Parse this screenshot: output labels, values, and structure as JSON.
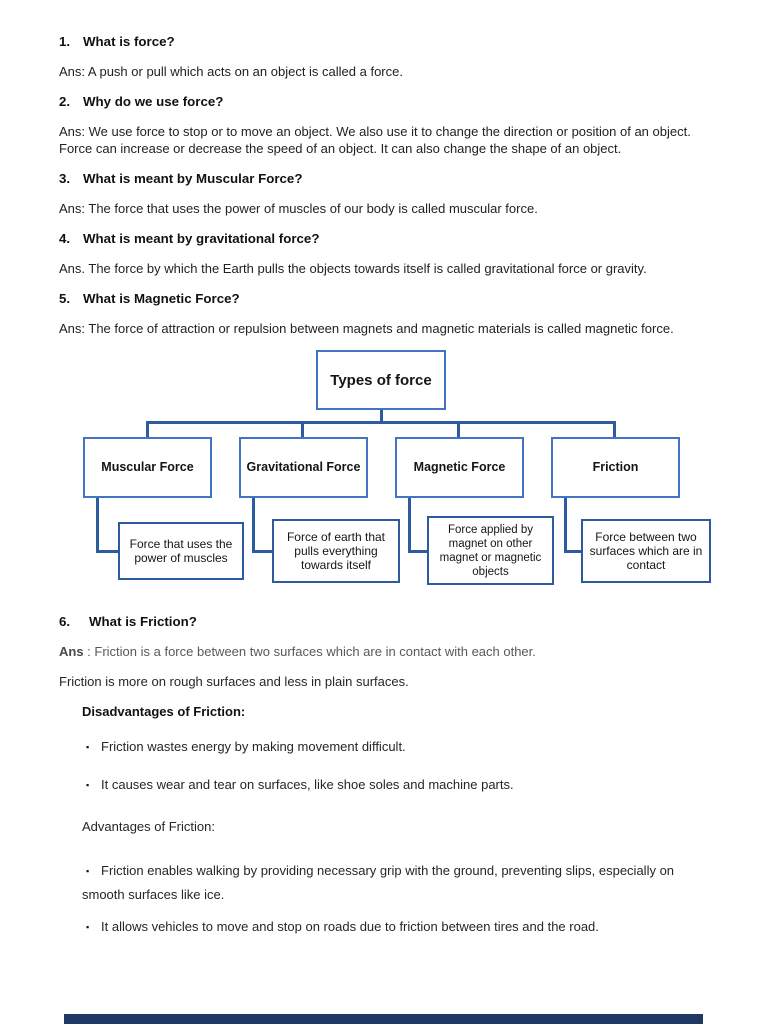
{
  "questions": [
    {
      "num": "1.",
      "q": "What is force?",
      "a": "Ans:  A push or pull which acts on an object is called a force."
    },
    {
      "num": "2.",
      "q": "Why do we use force?",
      "a": "Ans: We use force to stop or to move an object. We also use it to change the direction or position of an object. Force can increase or decrease the speed of an object. It can also change the shape of an object."
    },
    {
      "num": "3.",
      "q": "What is meant by Muscular Force?",
      "a": "Ans: The force that uses the power of muscles of our body is called muscular force."
    },
    {
      "num": "4.",
      "q": "What is meant by gravitational force?",
      "a": "Ans. The force by which the Earth pulls the objects towards itself is called gravitational force or gravity."
    },
    {
      "num": "5.",
      "q": "What is Magnetic Force?",
      "a": "Ans: The force of attraction or repulsion between magnets and magnetic materials is called magnetic force."
    }
  ],
  "diagram": {
    "root_label": "Types of force",
    "branches": [
      {
        "title": "Muscular Force",
        "desc": "Force that uses the power of muscles"
      },
      {
        "title": "Gravitational Force",
        "desc": "Force of earth that pulls everything towards itself"
      },
      {
        "title": "Magnetic Force",
        "desc": "Force applied by magnet on other magnet or magnetic objects"
      },
      {
        "title": "Friction",
        "desc": "Force between two surfaces which are in contact"
      }
    ],
    "colors": {
      "parent_border": "#4472c4",
      "child_border": "#2e5aa0",
      "connector": "#2e5aa0"
    }
  },
  "friction": {
    "num": "6.",
    "q": "What is Friction?",
    "ans_label": "Ans",
    "ans_rest": " : Friction is a force between two surfaces which are in contact with each other.",
    "note": "Friction is more on rough surfaces and less in plain surfaces.",
    "disadvantages_heading": "Disadvantages of Friction:",
    "disadvantages": [
      "Friction wastes energy by making movement difficult.",
      "It causes wear and tear on surfaces, like shoe soles and machine parts."
    ],
    "advantages_heading": "Advantages of Friction:",
    "advantages": [
      "Friction enables walking by providing necessary grip with the ground, preventing slips, especially on smooth surfaces like ice.",
      "It allows vehicles to move and stop on roads due to friction between tires and the road."
    ],
    "bullet_char": "▪"
  },
  "footer": {
    "bar_color": "#1f3864"
  }
}
